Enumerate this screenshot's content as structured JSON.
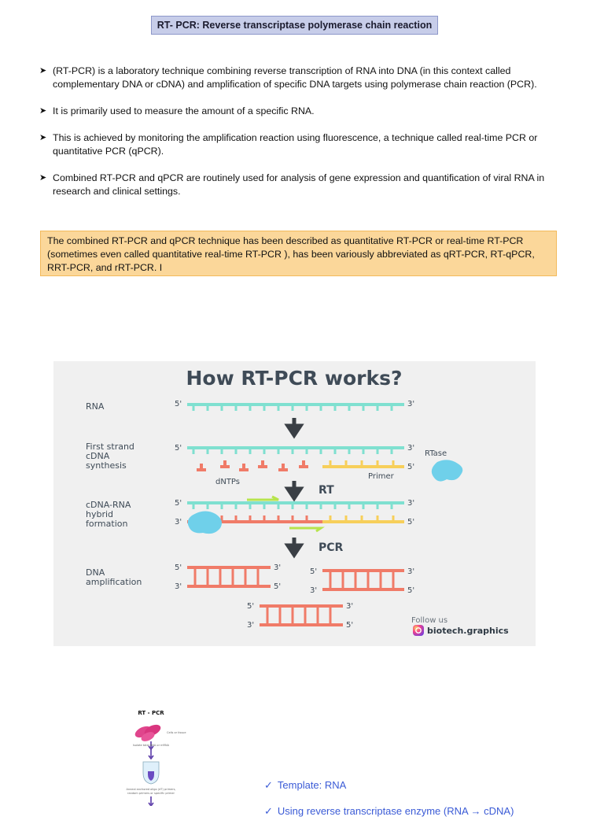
{
  "title": "RT- PCR: Reverse transcriptase polymerase chain reaction",
  "bullets": [
    "(RT-PCR) is a laboratory technique combining reverse transcription of RNA into DNA (in this context called complementary DNA or cDNA) and amplification of specific DNA targets using polymerase chain reaction (PCR).",
    "It is primarily used to measure the amount of a specific RNA.",
    "This is achieved by monitoring the amplification reaction using fluorescence, a technique called real-time PCR or quantitative PCR (qPCR).",
    "Combined RT-PCR and qPCR are routinely used for analysis of gene expression and quantification of viral RNA in research and clinical settings."
  ],
  "note": "The combined RT-PCR and qPCR technique has been described as quantitative RT-PCR or real-time RT-PCR (sometimes even called quantitative real-time RT-PCR ), has been variously abbreviated as qRT-PCR, RT-qPCR, RRT-PCR, and rRT-PCR. I",
  "diagram": {
    "title": "How RT-PCR works?",
    "labels": {
      "rna": "RNA",
      "first1": "First strand",
      "first2": "cDNA",
      "first3": "synthesis",
      "hybrid1": "cDNA-RNA",
      "hybrid2": "hybrid",
      "hybrid3": "formation",
      "dna1": "DNA",
      "dna2": "amplification",
      "dntps": "dNTPs",
      "primer": "Primer",
      "rtase": "RTase",
      "rt": "RT",
      "pcr": "PCR",
      "five": "5'",
      "three": "3'",
      "follow": "Follow us",
      "handle": "biotech.graphics"
    },
    "colors": {
      "rna": "#7fe0d0",
      "dna": "#f07b68",
      "primer": "#f7cf5a",
      "enzyme": "#6fd0ea",
      "dark": "#3f4b57",
      "arrow": "#3a3f45",
      "green": "#b7e44c"
    }
  },
  "flow": {
    "title": "RT - PCR",
    "cells": "Cells or tissue",
    "step1": "Isolate total RNA or mRNA",
    "step2a": "Anneal anchored oligo (dT) primers,",
    "step2b": "random primers or specific primer"
  },
  "checks": [
    "Template: RNA",
    "Using reverse transcriptase enzyme (RNA → cDNA)"
  ]
}
